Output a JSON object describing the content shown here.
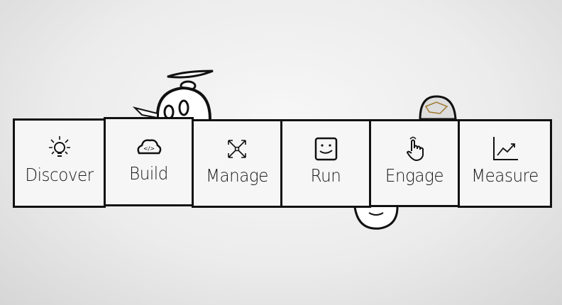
{
  "steps": [
    {
      "label": "Discover",
      "icon": "lightbulb-icon"
    },
    {
      "label": "Build",
      "icon": "code-cloud-icon"
    },
    {
      "label": "Manage",
      "icon": "expand-arrows-icon"
    },
    {
      "label": "Run",
      "icon": "smiley-face-icon"
    },
    {
      "label": "Engage",
      "icon": "pointing-hand-icon"
    },
    {
      "label": "Measure",
      "icon": "line-chart-icon"
    }
  ],
  "colors": {
    "stroke": "#111111",
    "box": "#f6f6f6"
  }
}
